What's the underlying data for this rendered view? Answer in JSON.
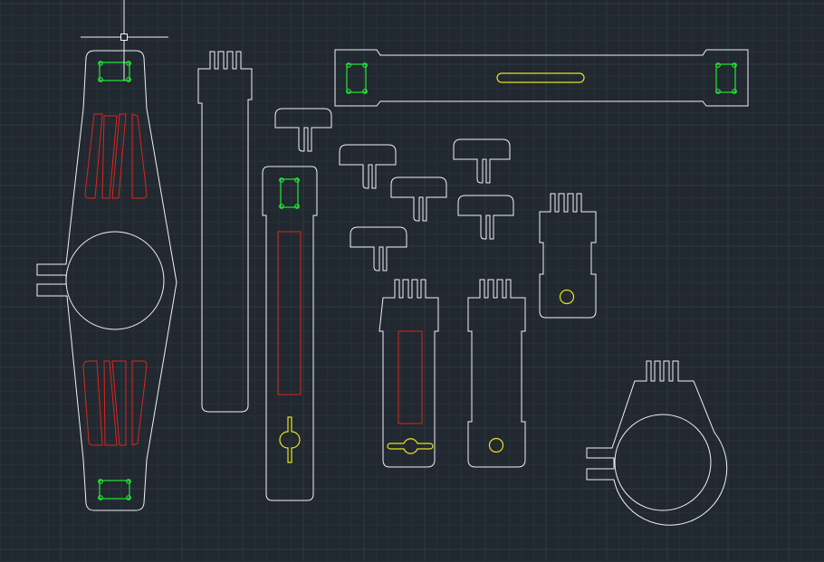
{
  "app": {
    "view": "CAD model space",
    "background_color": "#212830"
  },
  "colors": {
    "outline": "#f2f2f2",
    "red_layer": "#e0241c",
    "yellow_layer": "#e8e21c",
    "green_layer": "#22e830",
    "grid_minor": "#283039",
    "grid_major": "#2f3945"
  },
  "parts": [
    "bracelet-plate",
    "long-strap",
    "slotted-bar",
    "slider-arm",
    "tee-piece-1",
    "tee-piece-2",
    "tee-piece-3",
    "tee-piece-4",
    "tee-piece-5",
    "tee-piece-6",
    "window-arm",
    "hole-arm",
    "short-hole-arm",
    "ring-clamp"
  ],
  "cursor": {
    "type": "crosshair-cursor"
  }
}
